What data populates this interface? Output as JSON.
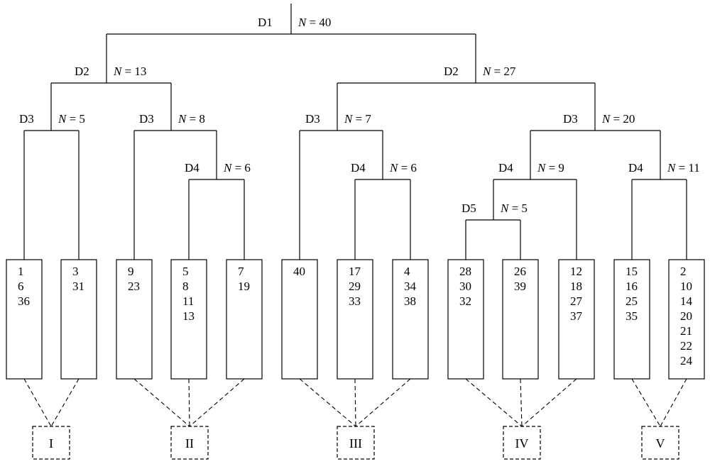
{
  "root_line": true,
  "splits": [
    {
      "id": "s1",
      "dim": "D1",
      "n": "40"
    },
    {
      "id": "s2a",
      "dim": "D2",
      "n": "13"
    },
    {
      "id": "s2b",
      "dim": "D2",
      "n": "27"
    },
    {
      "id": "s3a",
      "dim": "D3",
      "n": "5"
    },
    {
      "id": "s3b",
      "dim": "D3",
      "n": "8"
    },
    {
      "id": "s3c",
      "dim": "D3",
      "n": "7"
    },
    {
      "id": "s3d",
      "dim": "D3",
      "n": "20"
    },
    {
      "id": "s4a",
      "dim": "D4",
      "n": "6"
    },
    {
      "id": "s4b",
      "dim": "D4",
      "n": "6"
    },
    {
      "id": "s4c",
      "dim": "D4",
      "n": "9"
    },
    {
      "id": "s4d",
      "dim": "D4",
      "n": "11"
    },
    {
      "id": "s5a",
      "dim": "D5",
      "n": "5"
    }
  ],
  "n_prefix": "N",
  "n_eq": " = ",
  "leaves": [
    {
      "id": "L1",
      "items": [
        "1",
        "6",
        "36"
      ]
    },
    {
      "id": "L2",
      "items": [
        "3",
        "31"
      ]
    },
    {
      "id": "L3",
      "items": [
        "9",
        "23"
      ]
    },
    {
      "id": "L4",
      "items": [
        "5",
        "8",
        "11",
        "13"
      ]
    },
    {
      "id": "L5",
      "items": [
        "7",
        "19"
      ]
    },
    {
      "id": "L6",
      "items": [
        "40"
      ]
    },
    {
      "id": "L7",
      "items": [
        "17",
        "29",
        "33"
      ]
    },
    {
      "id": "L8",
      "items": [
        "4",
        "34",
        "38"
      ]
    },
    {
      "id": "L9",
      "items": [
        "28",
        "30",
        "32"
      ]
    },
    {
      "id": "L10",
      "items": [
        "26",
        "39"
      ]
    },
    {
      "id": "L11",
      "items": [
        "12",
        "18",
        "27",
        "37"
      ]
    },
    {
      "id": "L12",
      "items": [
        "15",
        "16",
        "25",
        "35"
      ]
    },
    {
      "id": "L13",
      "items": [
        "2",
        "10",
        "14",
        "20",
        "21",
        "22",
        "24"
      ]
    }
  ],
  "groups": [
    {
      "id": "G1",
      "label": "I",
      "members": [
        "L1",
        "L2"
      ]
    },
    {
      "id": "G2",
      "label": "II",
      "members": [
        "L3",
        "L4",
        "L5"
      ]
    },
    {
      "id": "G3",
      "label": "III",
      "members": [
        "L6",
        "L7",
        "L8"
      ]
    },
    {
      "id": "G4",
      "label": "IV",
      "members": [
        "L9",
        "L10",
        "L11"
      ]
    },
    {
      "id": "G5",
      "label": "V",
      "members": [
        "L12",
        "L13"
      ]
    }
  ]
}
